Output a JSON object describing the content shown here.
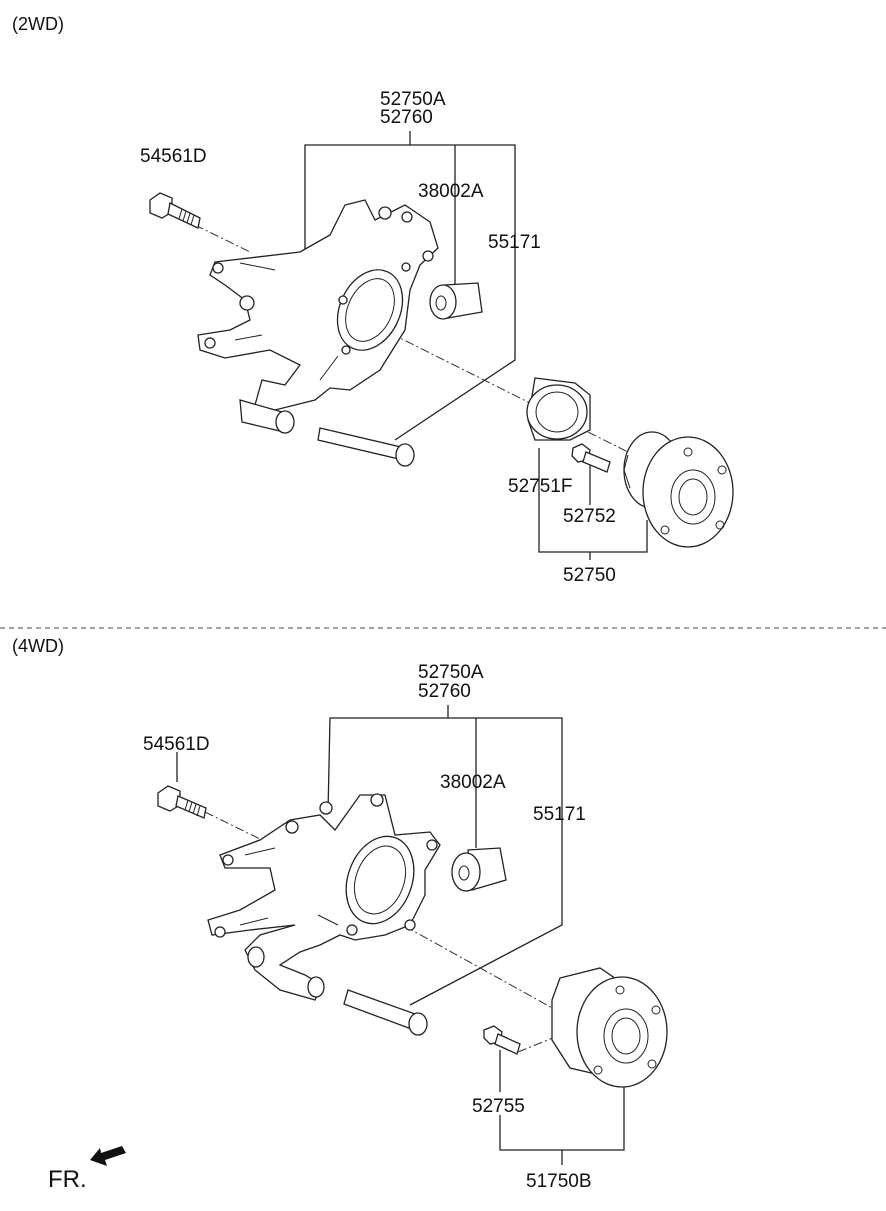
{
  "sections": {
    "top": {
      "heading": "(2WD)",
      "labels": {
        "assembly_a": "52750A",
        "assembly_b": "52760",
        "bolt": "54561D",
        "bushing": "38002A",
        "pin": "55171",
        "bearing": "52751F",
        "hub_bolt": "52752",
        "hub": "52750"
      }
    },
    "bottom": {
      "heading": "(4WD)",
      "labels": {
        "assembly_a": "52750A",
        "assembly_b": "52760",
        "bolt": "54561D",
        "bushing": "38002A",
        "pin": "55171",
        "hub_bolt": "52755",
        "hub": "51750B"
      }
    }
  },
  "direction": {
    "label": "FR."
  }
}
